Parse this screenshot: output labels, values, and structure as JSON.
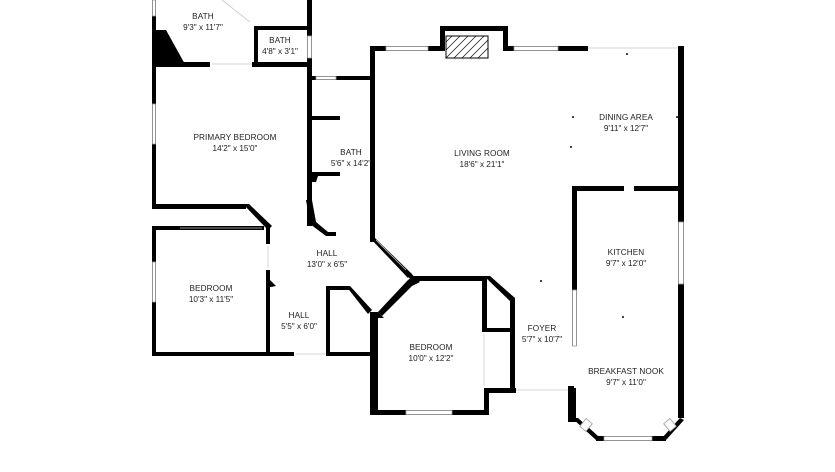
{
  "rooms": [
    {
      "id": "bath1",
      "name": "BATH",
      "dims": "9'3\" x 11'7\""
    },
    {
      "id": "bath2",
      "name": "BATH",
      "dims": "4'8\" x 3'1\""
    },
    {
      "id": "primary",
      "name": "PRIMARY BEDROOM",
      "dims": "14'2\" x 15'0\""
    },
    {
      "id": "bath3",
      "name": "BATH",
      "dims": "5'6\" x 14'2\""
    },
    {
      "id": "living",
      "name": "LIVING ROOM",
      "dims": "18'6\" x 21'1\""
    },
    {
      "id": "dining",
      "name": "DINING AREA",
      "dims": "9'11\" x 12'7\""
    },
    {
      "id": "kitchen",
      "name": "KITCHEN",
      "dims": "9'7\" x 12'0\""
    },
    {
      "id": "hall1",
      "name": "HALL",
      "dims": "13'0\" x 6'5\""
    },
    {
      "id": "bedroom1",
      "name": "BEDROOM",
      "dims": "10'3\" x 11'5\""
    },
    {
      "id": "hall2",
      "name": "HALL",
      "dims": "5'5\" x 6'0\""
    },
    {
      "id": "bedroom2",
      "name": "BEDROOM",
      "dims": "10'0\" x 12'2\""
    },
    {
      "id": "foyer",
      "name": "FOYER",
      "dims": "5'7\" x 10'7\""
    },
    {
      "id": "nook",
      "name": "BREAKFAST NOOK",
      "dims": "9'7\" x 11'0\""
    }
  ]
}
